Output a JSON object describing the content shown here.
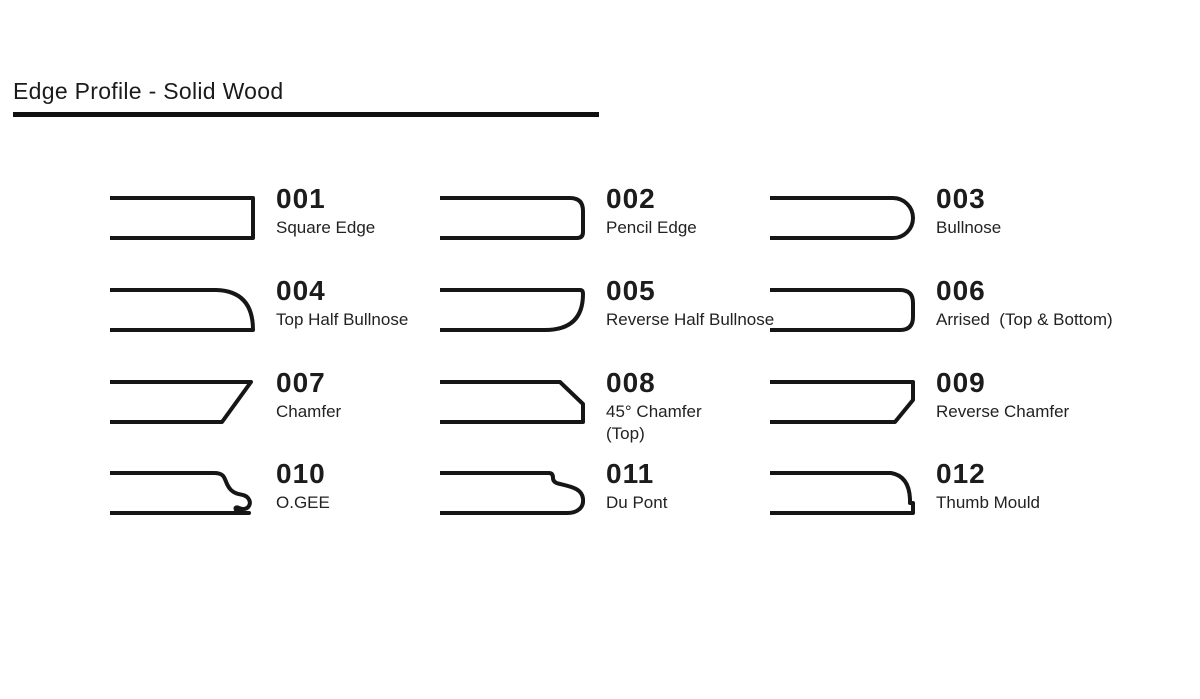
{
  "page": {
    "title": "Edge Profile - Solid Wood"
  },
  "colors": {
    "ink": "#161616",
    "background": "#ffffff"
  },
  "profiles": [
    {
      "code": "001",
      "name": "Square Edge",
      "shape": "square-edge"
    },
    {
      "code": "002",
      "name": "Pencil Edge",
      "shape": "pencil-edge"
    },
    {
      "code": "003",
      "name": "Bullnose",
      "shape": "bullnose"
    },
    {
      "code": "004",
      "name": "Top Half Bullnose",
      "shape": "top-half-bullnose"
    },
    {
      "code": "005",
      "name": "Reverse Half Bullnose",
      "shape": "reverse-half-bullnose"
    },
    {
      "code": "006",
      "name": "Arrised  (Top & Bottom)",
      "shape": "arrised-top-and-bottom"
    },
    {
      "code": "007",
      "name": "Chamfer",
      "shape": "chamfer"
    },
    {
      "code": "008",
      "name": "45° Chamfer",
      "name_line2": "(Top)",
      "shape": "45-chamfer-top"
    },
    {
      "code": "009",
      "name": "Reverse Chamfer",
      "shape": "reverse-chamfer"
    },
    {
      "code": "010",
      "name": "O.GEE",
      "shape": "ogee"
    },
    {
      "code": "011",
      "name": "Du Pont",
      "shape": "du-pont"
    },
    {
      "code": "012",
      "name": "Thumb Mould",
      "shape": "thumb-mould"
    }
  ]
}
